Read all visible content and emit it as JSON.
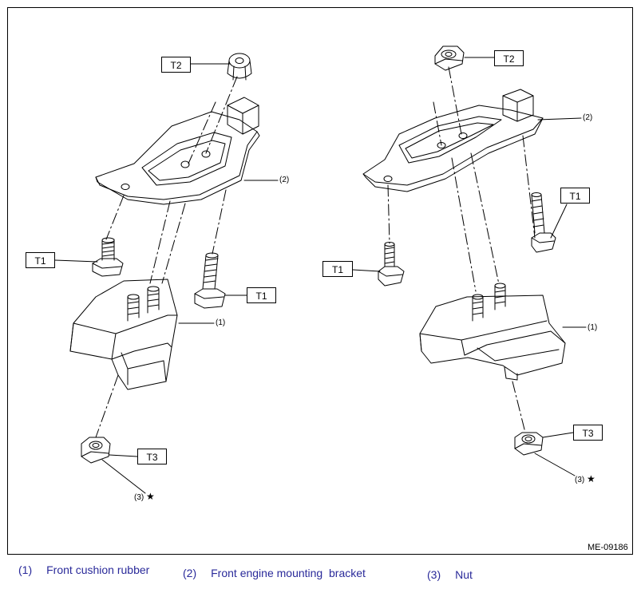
{
  "tags": {
    "left_t2": "T2",
    "left_t1_a": "T1",
    "left_t1_b": "T1",
    "left_t3": "T3",
    "right_t2": "T2",
    "right_t1_a": "T1",
    "right_t1_b": "T1",
    "right_t3": "T3"
  },
  "callouts": {
    "left_1": "(1)",
    "left_2": "(2)",
    "left_3": "(3)",
    "right_1": "(1)",
    "right_2": "(2)",
    "right_3": "(3)",
    "star": "★"
  },
  "doc_id": "ME-09186",
  "legend": [
    {
      "num": "(1)",
      "label": "Front cushion rubber"
    },
    {
      "num": "(2)",
      "label": "Front engine mounting  bracket"
    },
    {
      "num": "(3)",
      "label": "Nut"
    }
  ],
  "colors": {
    "line": "#000000",
    "legend_text": "#2a2a9a"
  }
}
